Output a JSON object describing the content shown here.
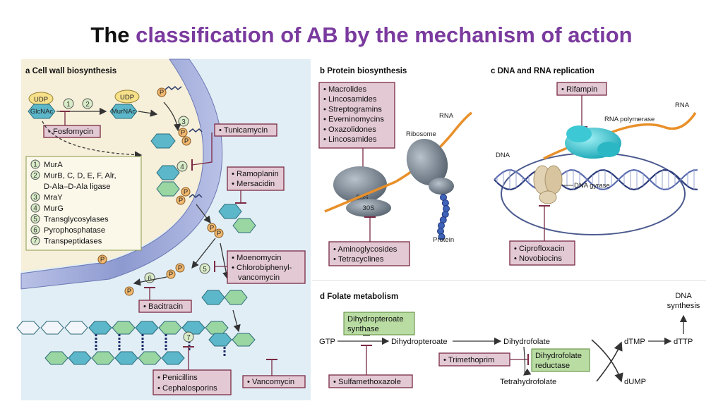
{
  "slide_title": {
    "prefix": "The",
    "rest": "classification of AB by the mechanism of action"
  },
  "colors": {
    "title_accent": "#7a3a9e",
    "inhibitor_box": "#e3c9d3",
    "enzyme_box": "#b9dca3",
    "membrane": "#9aa6d6",
    "cytoplasm": "#f6efd9",
    "rna_strand": "#e8902a"
  },
  "panel_a": {
    "heading": "a  Cell wall biosynthesis",
    "molecules": {
      "udp": "UDP",
      "glcnac": "GlcNAc",
      "murnac": "MurNAc",
      "p": "P"
    },
    "inhibitors": {
      "fosfomycin": "• Fosfomycin",
      "tunicamycin": "• Tunicamycin",
      "ramoplanin": "• Ramoplanin",
      "mersacidin": "• Mersacidin",
      "moenomycin": "• Moenomycin",
      "chlorobiphenyl_1": "• Chlorobiphenyl-",
      "chlorobiphenyl_2": "vancomycin",
      "bacitracin": "• Bacitracin",
      "penicillins": "• Penicillins",
      "cephalosporins": "• Cephalosporins",
      "vancomycin": "• Vancomycin"
    },
    "legend": [
      {
        "n": "1",
        "text": "MurA"
      },
      {
        "n": "2",
        "text": "MurB, C, D, E, F, Alr,"
      },
      {
        "n": "",
        "text": "D-Ala–D-Ala ligase"
      },
      {
        "n": "3",
        "text": "MraY"
      },
      {
        "n": "4",
        "text": "MurG"
      },
      {
        "n": "5",
        "text": "Transglycosylases"
      },
      {
        "n": "6",
        "text": "Pyrophosphatase"
      },
      {
        "n": "7",
        "text": "Transpeptidases"
      }
    ]
  },
  "panel_b": {
    "heading": "b  Protein biosynthesis",
    "inhibitors_top": [
      "• Macrolides",
      "• Lincosamides",
      "• Streptogramins",
      "• Everninomycins",
      "• Oxazolidones",
      "• Lincosamides"
    ],
    "inhibitors_bottom": [
      "• Aminoglycosides",
      "• Tetracyclines"
    ],
    "labels": {
      "rna": "RNA",
      "ribosome": "Ribosome",
      "s50": "50S",
      "s30": "30S",
      "protein": "Protein"
    }
  },
  "panel_c": {
    "heading": "c  DNA and RNA replication",
    "inhibitor_top": "• Rifampin",
    "inhibitors_bottom": [
      "• Ciprofloxacin",
      "• Novobiocins"
    ],
    "labels": {
      "rna": "RNA",
      "rna_polymerase": "RNA polymerase",
      "dna": "DNA",
      "dna_gyrase": "DNA gyrase"
    }
  },
  "panel_d": {
    "heading": "d  Folate metabolism",
    "enzymes": {
      "dhps_1": "Dihydropteroate",
      "dhps_2": "synthase",
      "dhfr_1": "Dihydrofolate",
      "dhfr_2": "reductase"
    },
    "metabolites": {
      "gtp": "GTP",
      "dihydropteroate": "Dihydropteroate",
      "dihydrofolate": "Dihydrofolate",
      "tetrahydrofolate": "Tetrahydrofolate",
      "dtmp": "dTMP",
      "dttp": "dTTP",
      "dump": "dUMP",
      "dna_1": "DNA",
      "dna_2": "synthesis"
    },
    "inhibitors": {
      "trimethoprim": "• Trimethoprim",
      "sulfamethoxazole": "• Sulfamethoxazole"
    }
  }
}
